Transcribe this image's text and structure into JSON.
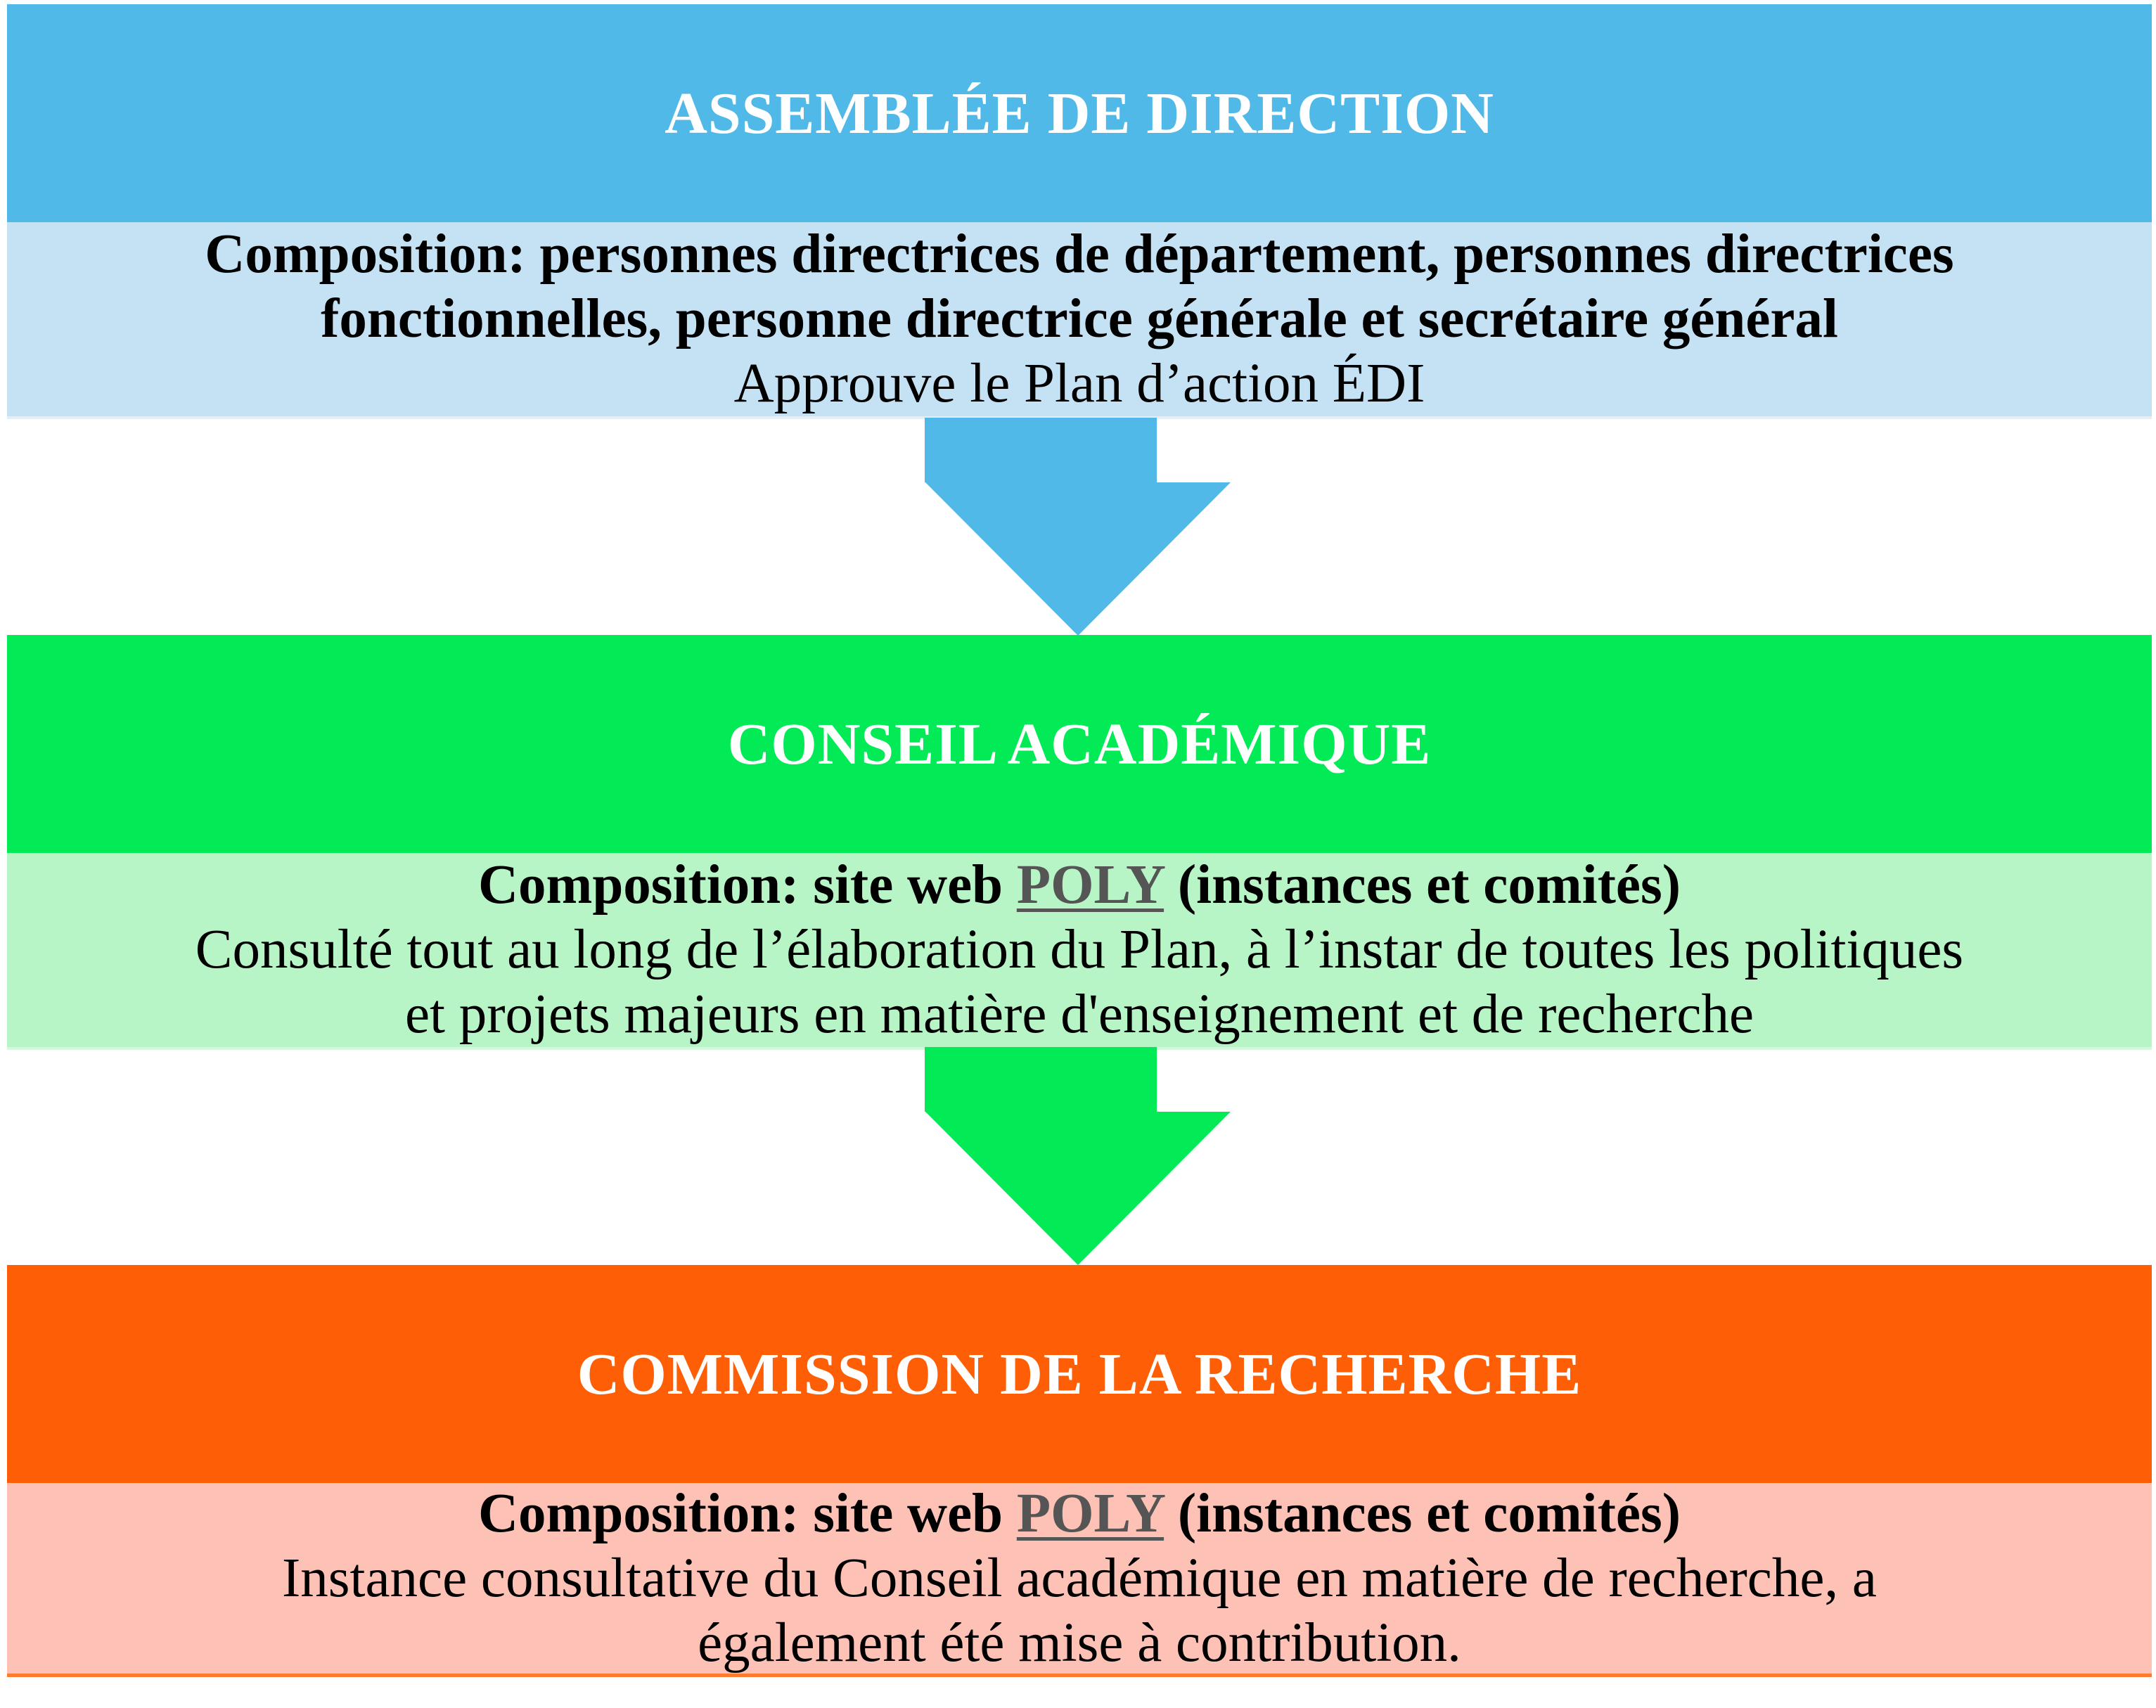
{
  "assemblee": {
    "title": "ASSEMBLÉE DE DIRECTION",
    "composition_line1": "Composition: personnes directrices de département, personnes directrices",
    "composition_line2": "fonctionnelles, personne directrice générale et secrétaire général",
    "description": "Approuve le Plan d’action ÉDI",
    "head_color": "#50b9e7",
    "body_color": "#c5e2f5"
  },
  "conseil": {
    "title": "CONSEIL ACADÉMIQUE",
    "composition_prefix": "Composition: site web ",
    "composition_link": "POLY",
    "composition_suffix": " (instances et comités)",
    "description_line1": "Consulté tout au long de l’élaboration du Plan, à l’instar de toutes les politiques",
    "description_line2": "et projets majeurs en matière d'enseignement et de recherche",
    "head_color": "#02eb56",
    "body_color": "#b7f5c7"
  },
  "commission": {
    "title": "COMMISSION DE LA RECHERCHE",
    "composition_prefix": "Composition: site web ",
    "composition_link": "POLY",
    "composition_suffix": " (instances et comités)",
    "description_line1": "Instance consultative du Conseil académique en matière de recherche, a",
    "description_line2": "également été mise à contribution.",
    "head_color": "#fe5f06",
    "body_color": "#fdc2b5"
  },
  "arrows": {
    "first_color": "#50b9e7",
    "second_color": "#02eb56"
  }
}
